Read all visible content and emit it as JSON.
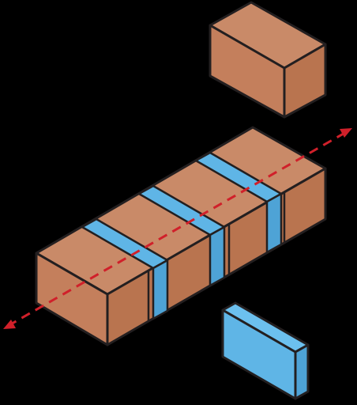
{
  "diagram": {
    "description_visible_text": "",
    "colors": {
      "background": "#000000",
      "box_top": "#c98a68",
      "box_front": "#c47f5c",
      "box_side": "#b9744f",
      "band": "#5fb5e6",
      "band_dark": "#4ea3d6",
      "outline": "#231f20",
      "axis_line": "#d0202a"
    },
    "parts": {
      "single_box": "box-icon",
      "stacked_boxes": "box-row",
      "tape_band": "band-icon",
      "spacer_block": "block-icon",
      "axis": "dashed-arrow"
    },
    "box_count": 4,
    "band_count": 3
  }
}
